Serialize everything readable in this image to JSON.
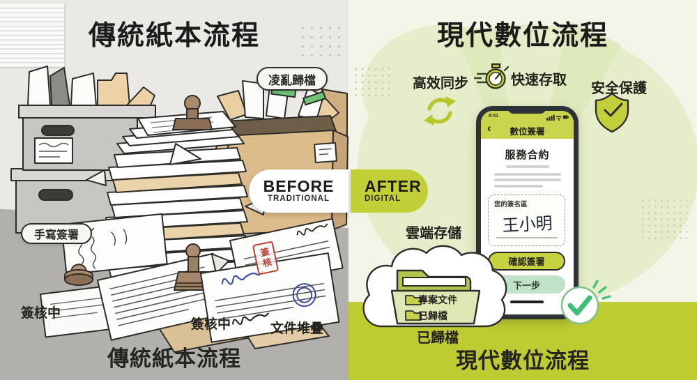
{
  "left_panel": {
    "title_top": "傳統紙本流程",
    "title_bottom": "傳統紙本流程",
    "callouts": {
      "messy_archive": "凌亂歸檔",
      "handwritten_signature": "手寫簽署",
      "in_review_1": "簽核中",
      "in_review_2": "簽核中",
      "document_pile": "文件堆疊",
      "red_stamp_text": "簽核"
    }
  },
  "divider": {
    "before_label": "BEFORE",
    "before_sublabel": "TRADITIONAL",
    "after_label": "AFTER",
    "after_sublabel": "DIGITAL"
  },
  "right_panel": {
    "title_top": "現代數位流程",
    "title_bottom": "現代數位流程",
    "features": {
      "sync": "高效同步",
      "fast_access": "快速存取",
      "security": "安全保護"
    },
    "phone": {
      "status_time": "9:41",
      "back_icon": "‹",
      "nav_title": "數位簽署",
      "document_title": "服務合約",
      "signature_area_label": "您的簽名區",
      "signature_name": "王小明",
      "confirm_button": "確認簽署",
      "next_button": "下一步"
    },
    "cloud": {
      "label": "雲端存儲",
      "folder_items": [
        "專案文件",
        "已歸檔"
      ],
      "caption": "已歸檔"
    }
  },
  "colors": {
    "accent_green": "#c2cf37",
    "band_green": "#bfcc31",
    "mint_green": "#bfe2c8",
    "check_green": "#3fbd78",
    "stamp_red": "#c13c31",
    "ink_blue": "#3a4a9f",
    "cardboard": "#ddbc8c",
    "left_bg": "#eae9e6",
    "right_bg": "#f3f5e9"
  }
}
